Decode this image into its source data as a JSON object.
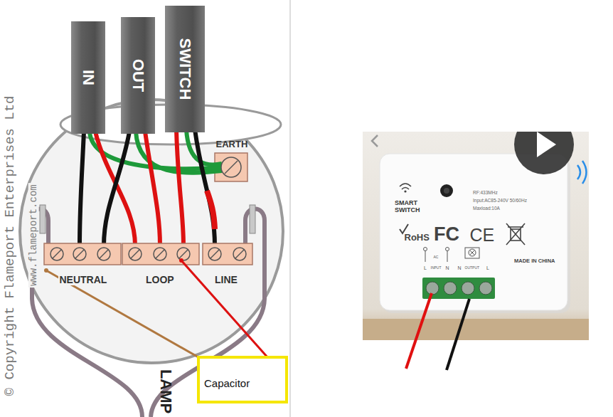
{
  "diagram": {
    "nodes": [
      {
        "text": [
          "IN"
        ]
      },
      {
        "text": [
          "OUT"
        ]
      },
      {
        "text": [
          "SWITCH"
        ]
      },
      {
        "text": [
          "Capacitor"
        ]
      }
    ],
    "labels": [
      "© Copyright Flameport Enterprises Ltd",
      "www.flameport.com",
      "EARTH",
      "NEUTRAL",
      "LOOP",
      "LINE",
      "LAMP",
      "SMART SWITCH",
      "RoHS",
      "FC",
      "CE",
      "RF:433MHz",
      "Input:AC85-240V 50/60Hz",
      "Maxload:10A",
      "L",
      "INPUT",
      "N",
      "N",
      "OUTPUT",
      "L",
      "MADE IN CHINA",
      "AC"
    ]
  }
}
